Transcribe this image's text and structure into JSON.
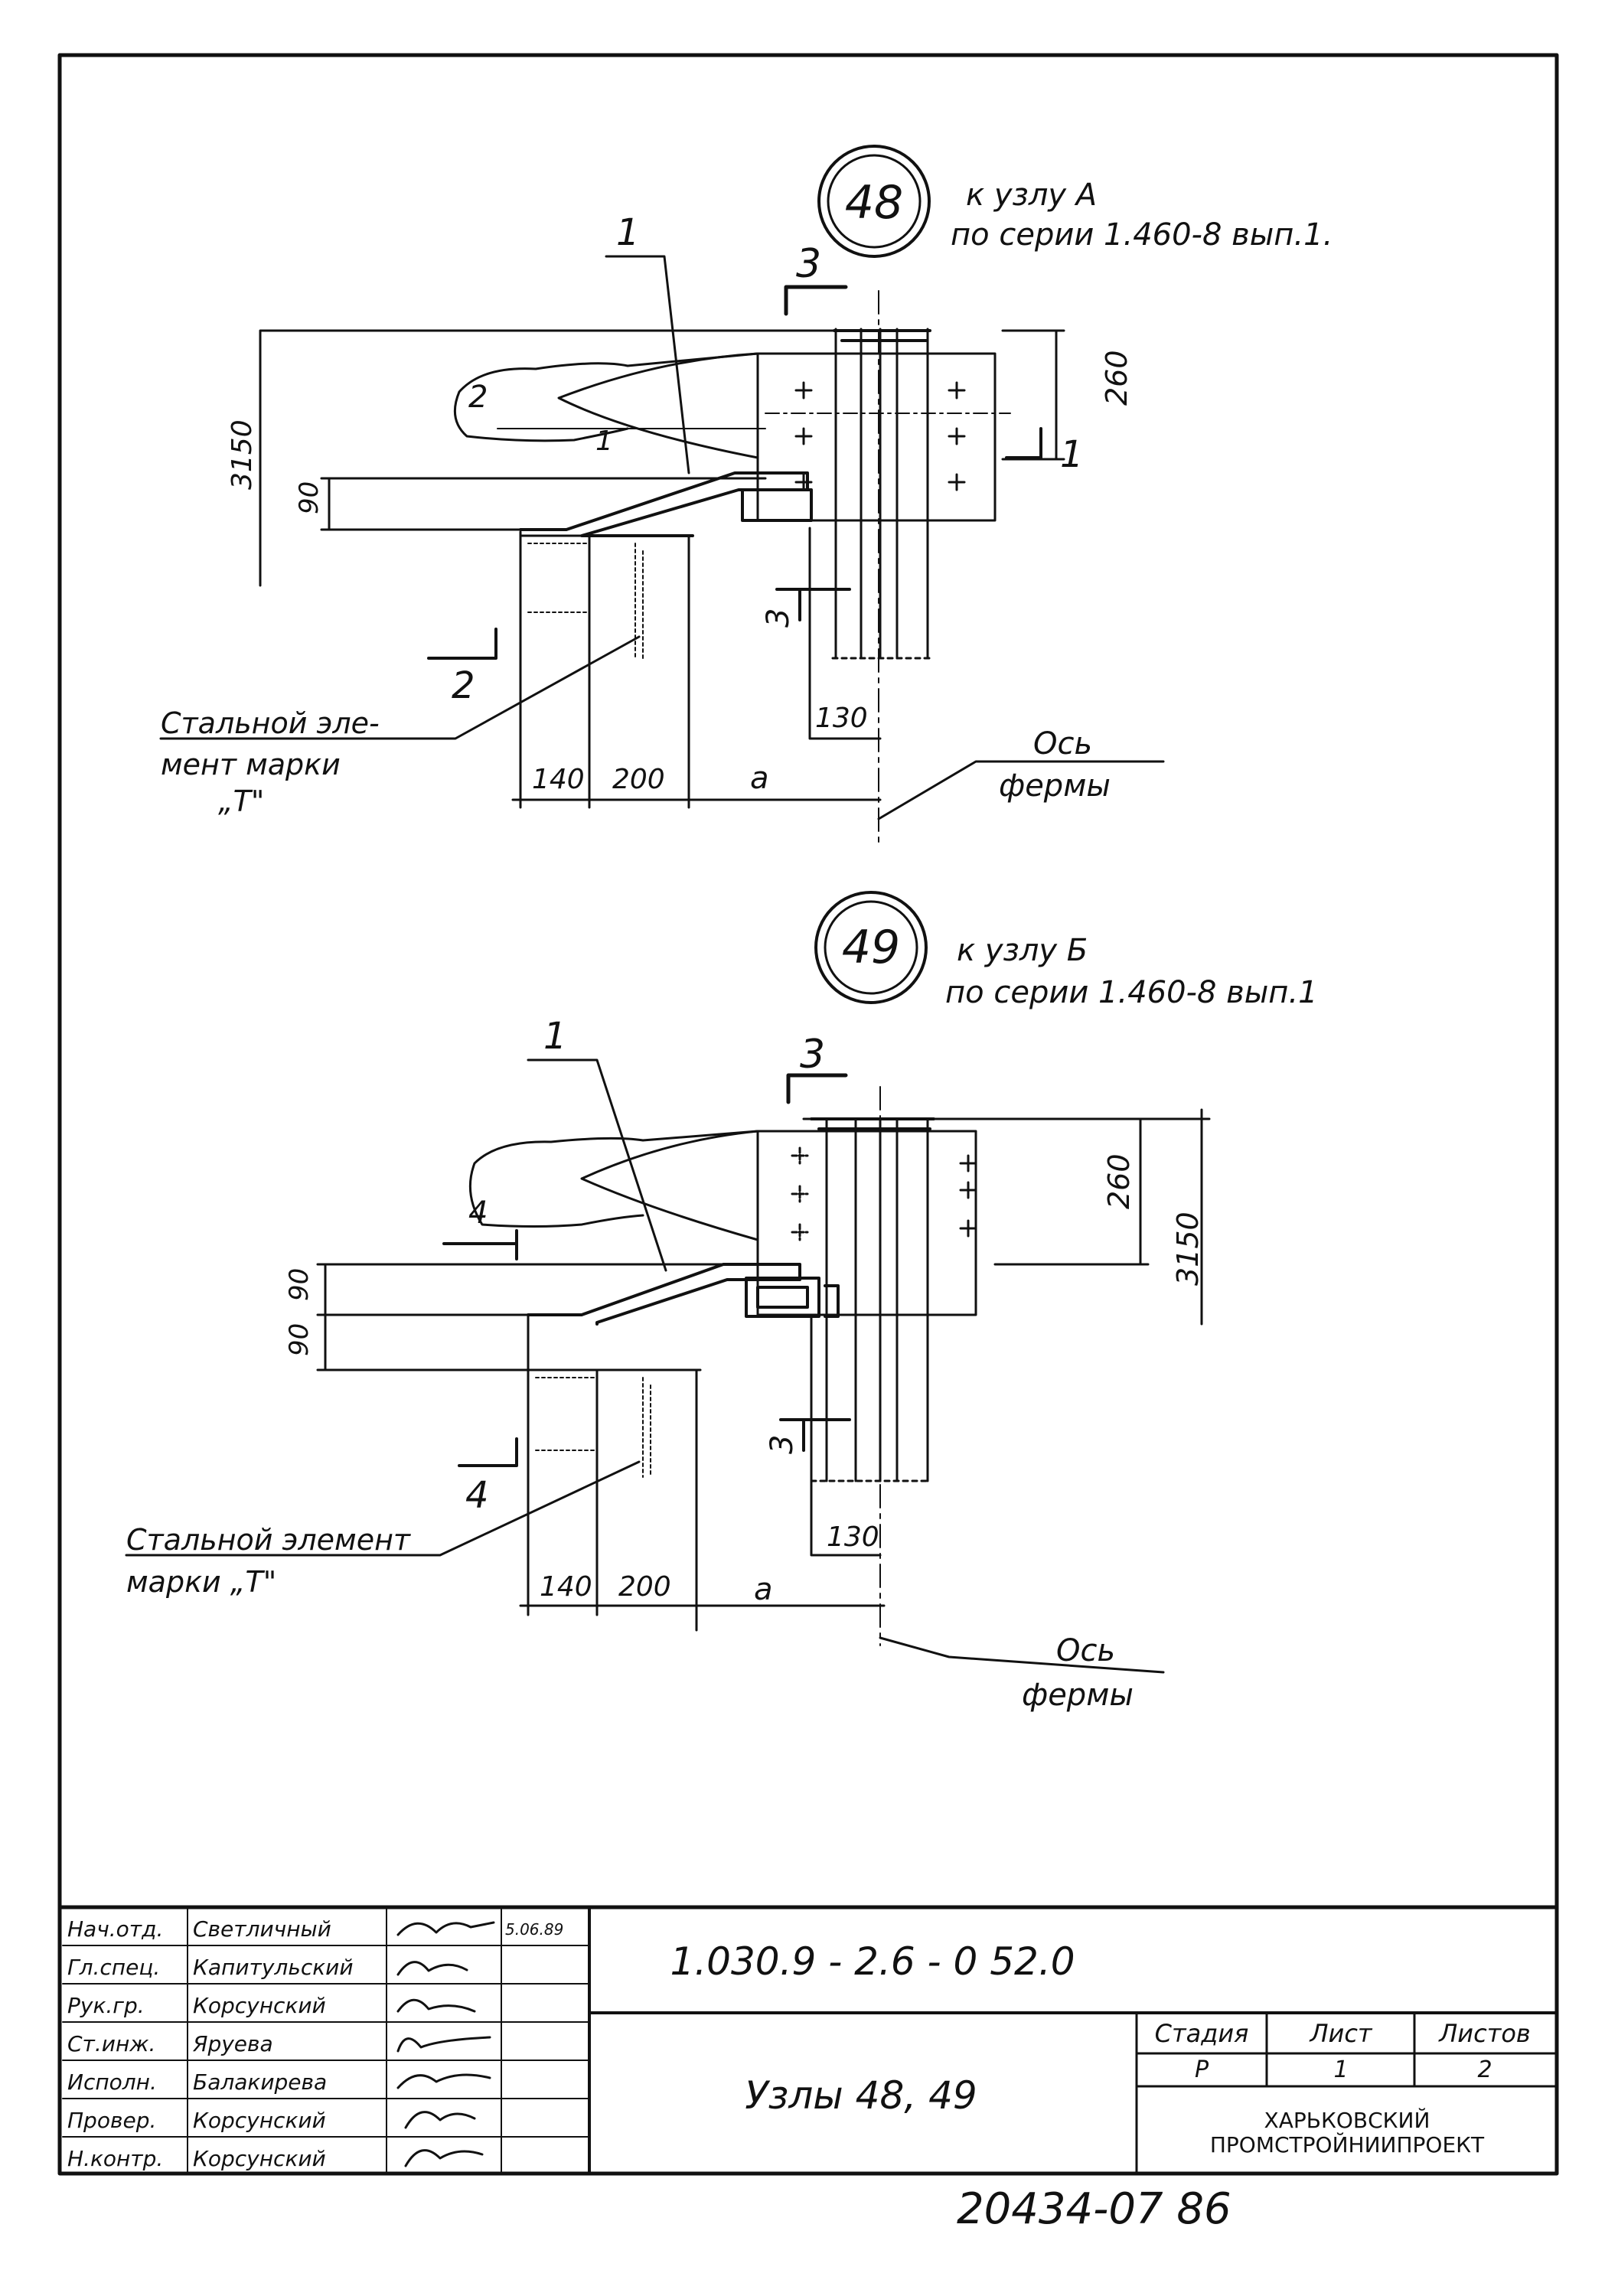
{
  "node48": {
    "number": "48",
    "ref_line1": "к узлу А",
    "ref_line2": "по серии 1.460-8 вып.1.",
    "leader_1": "1",
    "section_2": "2",
    "section_3": "3",
    "section_1": "1",
    "section_2b": "2",
    "section_3b": "3",
    "dim_3150": "3150",
    "dim_90": "90",
    "dim_260": "260",
    "dim_130": "130",
    "dim_140": "140",
    "dim_200": "200",
    "dim_a": "a",
    "steel_l1": "Стальной эле-",
    "steel_l2": "мент марки",
    "steel_l3": "„Т\"",
    "axis_l1": "Ось",
    "axis_l2": "фермы"
  },
  "node49": {
    "number": "49",
    "ref_line1": "к узлу Б",
    "ref_line2": "по серии 1.460-8 вып.1",
    "leader_1": "1",
    "section_3": "3",
    "section_4": "4",
    "section_4b": "4",
    "section_3b": "3",
    "dim_90a": "90",
    "dim_90b": "90",
    "dim_260": "260",
    "dim_3150": "3150",
    "dim_130": "130",
    "dim_140": "140",
    "dim_200": "200",
    "dim_a": "a",
    "steel_l1": "Стальной элемент",
    "steel_l2": "марки „Т\"",
    "axis_l1": "Ось",
    "axis_l2": "фермы"
  },
  "title_block": {
    "rows": [
      {
        "role": "Нач.отд.",
        "name": "Светличный",
        "date": "5.06.89"
      },
      {
        "role": "Гл.спец.",
        "name": "Капитульский",
        "date": ""
      },
      {
        "role": "Рук.гр.",
        "name": "Корсунский",
        "date": ""
      },
      {
        "role": "Ст.инж.",
        "name": "Яруева",
        "date": ""
      },
      {
        "role": "Исполн.",
        "name": "Балакирева",
        "date": ""
      },
      {
        "role": "Провер.",
        "name": "Корсунский",
        "date": ""
      },
      {
        "role": "Н.контр.",
        "name": "Корсунский",
        "date": ""
      }
    ],
    "doc_code": "1.030.9 - 2.6 - 0 52.0",
    "sheet_title": "Узлы 48, 49",
    "stage_label": "Стадия",
    "sheet_label": "Лист",
    "sheets_label": "Листов",
    "stage_value": "Р",
    "sheet_value": "1",
    "sheets_value": "2",
    "org_l1": "ХАРЬКОВСКИЙ",
    "org_l2": "ПРОМСТРОЙНИИПРОЕКТ"
  },
  "footer": {
    "stamp": "20434-07   86"
  }
}
